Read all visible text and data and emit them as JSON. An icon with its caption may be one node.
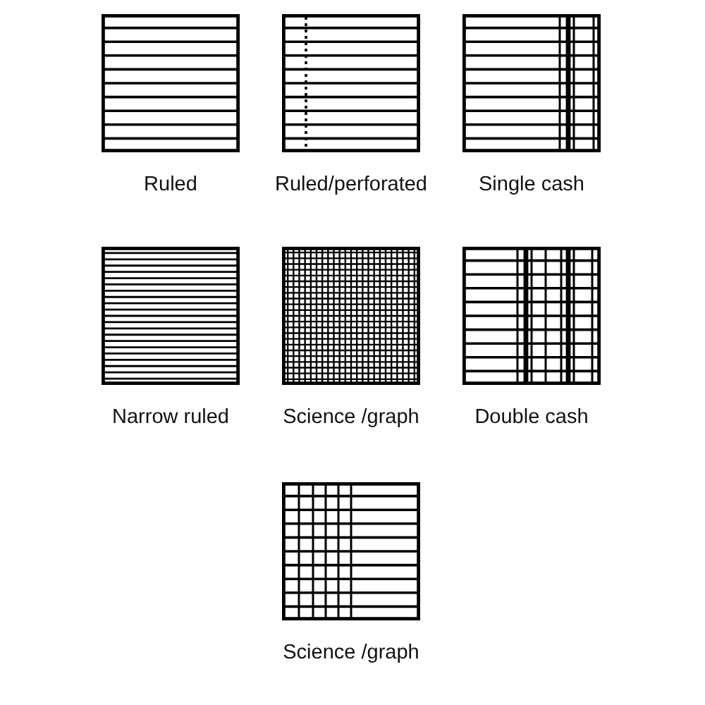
{
  "diagram": {
    "nodes": [
      {
        "text": [
          "Ruled"
        ]
      },
      {
        "text": [
          "Ruled/perforated"
        ]
      },
      {
        "text": [
          "Single cash"
        ]
      },
      {
        "text": [
          "Narrow ruled"
        ]
      },
      {
        "text": [
          "Science /graph"
        ]
      },
      {
        "text": [
          "Double cash"
        ]
      },
      {
        "text": [
          "Science /graph"
        ]
      }
    ]
  }
}
